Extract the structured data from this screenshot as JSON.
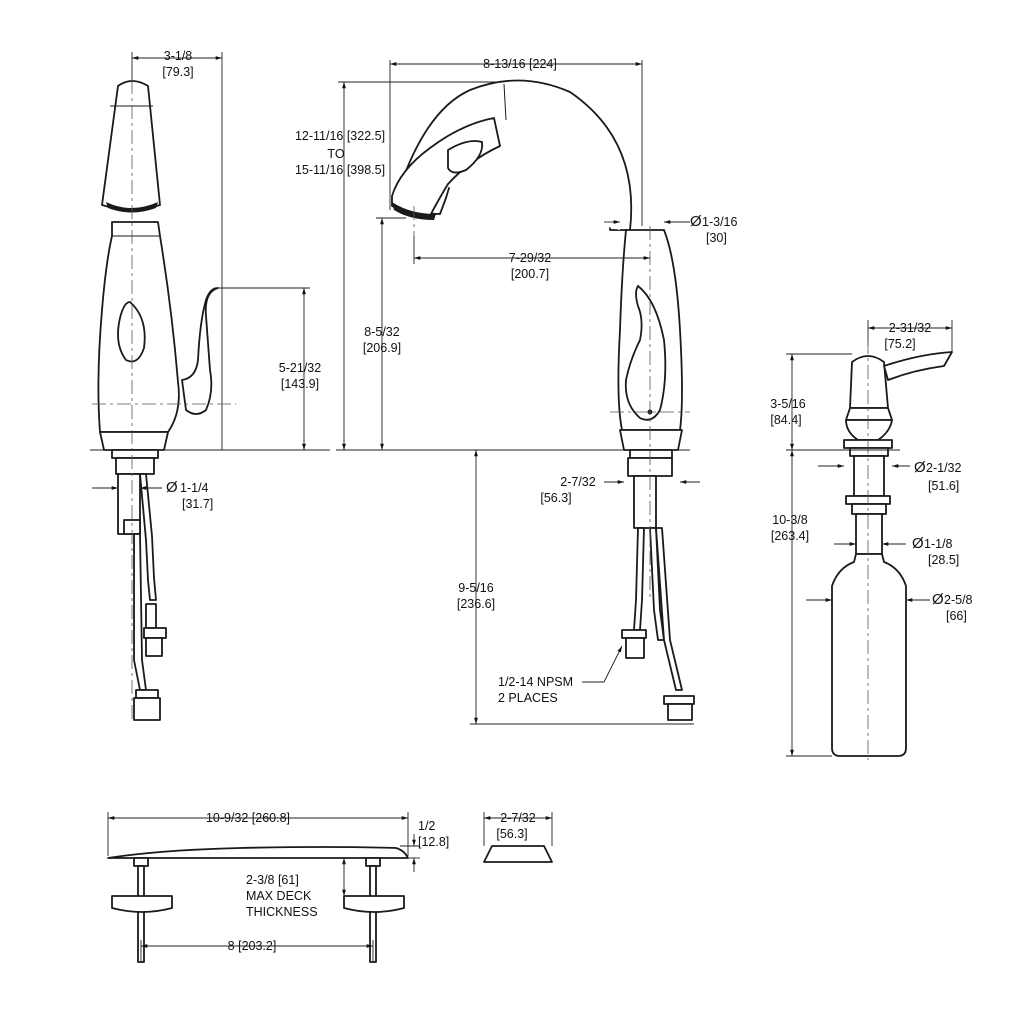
{
  "side_view": {
    "width_dim": "3-1/8",
    "width_dim_mm": "[79.3]",
    "handle_height_dim": "5-21/32",
    "handle_height_dim_mm": "[143.9]",
    "shank_dia_symbol": "Ø",
    "shank_dia_dim": "1-1/4",
    "shank_dia_dim_mm": "[31.7]"
  },
  "front_view": {
    "reach_dim": "8-13/16  [224]",
    "height_dim_line1": "12-11/16  [322.5]",
    "height_dim_line2": "TO",
    "height_dim_line3": "15-11/16  [398.5]",
    "spout_dia_symbol": "Ø",
    "spout_dia_dim": "1-3/16",
    "spout_dia_dim_mm": "[30]",
    "spout_reach_dim": "7-29/32",
    "spout_reach_dim_mm": "[200.7]",
    "spout_height_dim": "8-5/32",
    "spout_height_dim_mm": "[206.9]",
    "base_dia_dim": "2-7/32",
    "base_dia_dim_mm": "[56.3]",
    "supply_length_dim": "9-5/16",
    "supply_length_dim_mm": "[236.6]",
    "connection_note_line1": "1/2-14  NPSM",
    "connection_note_line2": "2  PLACES"
  },
  "soap_dispenser": {
    "pump_reach_dim": "2-31/32",
    "pump_reach_dim_mm": "[75.2]",
    "pump_height_dim": "3-5/16",
    "pump_height_dim_mm": "[84.4]",
    "flange_dia_symbol": "Ø",
    "flange_dia_dim": "2-1/32",
    "flange_dia_dim_mm": "[51.6]",
    "total_length_dim": "10-3/8",
    "total_length_dim_mm": "[263.4]",
    "shank_dia_symbol": "Ø",
    "shank_dia_dim": "1-1/8",
    "shank_dia_dim_mm": "[28.5]",
    "bottle_dia_symbol": "Ø",
    "bottle_dia_dim": "2-5/8",
    "bottle_dia_dim_mm": "[66]"
  },
  "deck_plate": {
    "length_dim": "10-9/32  [260.8]",
    "thickness_dim": "1/2",
    "thickness_dim_mm": "[12.8]",
    "deck_thickness_line1": "2-3/8  [61]",
    "deck_thickness_line2": "MAX  DECK",
    "deck_thickness_line3": "THICKNESS",
    "hole_spacing_dim": "8  [203.2]"
  },
  "escutcheon": {
    "dia_dim": "2-7/32",
    "dia_dim_mm": "[56.3]"
  }
}
